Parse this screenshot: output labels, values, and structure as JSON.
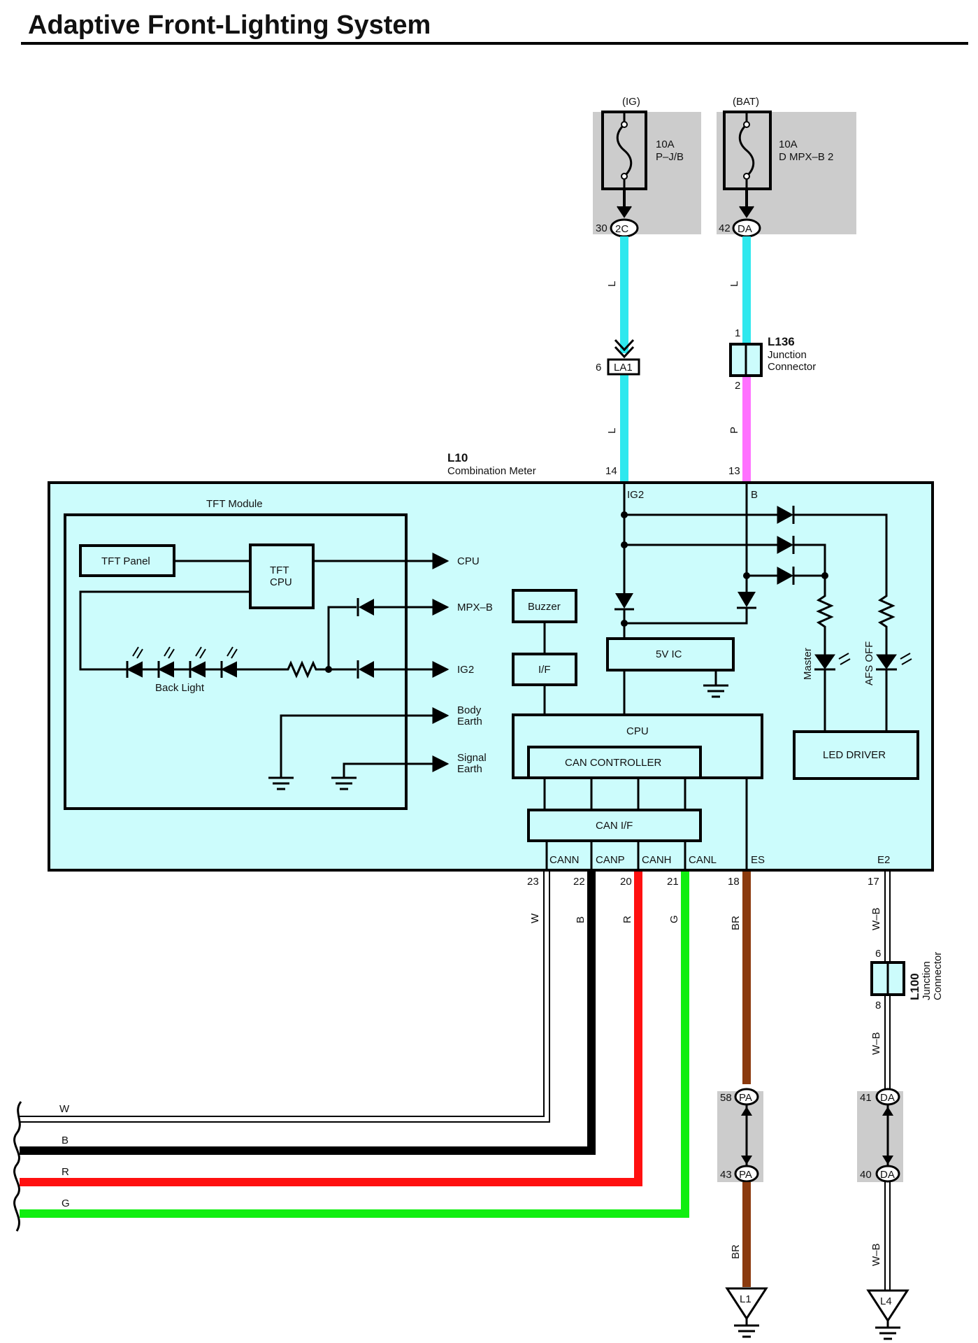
{
  "title": "Adaptive Front-Lighting System",
  "colors": {
    "L": "#2ee8ee",
    "P": "#ff70ff",
    "BR": "#8b3a0e",
    "R": "#ff1010",
    "G": "#10ee10",
    "B": "#000000",
    "module_fill": "#ccfcfc",
    "junction_shade": "#cccccc"
  },
  "fuses": {
    "ig": {
      "source": "(IG)",
      "rating": "10A",
      "name": "P–J/B",
      "pin": "30",
      "connector": "2C"
    },
    "bat": {
      "source": "(BAT)",
      "rating": "10A",
      "name": "D MPX–B 2",
      "pin": "42",
      "connector": "DA"
    }
  },
  "la1": {
    "pin": "6",
    "name": "LA1"
  },
  "l136": {
    "id": "L136",
    "line1": "Junction",
    "line2": "Connector",
    "pin_top": "1",
    "pin_bottom": "2"
  },
  "l100": {
    "id": "L100",
    "line1": "Junction",
    "line2": "Connector",
    "pin_top": "6",
    "pin_bottom": "8"
  },
  "meter": {
    "id": "L10",
    "name": "Combination Meter",
    "pin_ig2": "14",
    "pin_b": "13",
    "label_ig2": "IG2",
    "label_b": "B",
    "tft_module": "TFT Module",
    "tft_panel": "TFT Panel",
    "tft_cpu_1": "TFT",
    "tft_cpu_2": "CPU",
    "back_light": "Back Light",
    "out_cpu": "CPU",
    "out_mpxb": "MPX–B",
    "out_ig2": "IG2",
    "out_body_1": "Body",
    "out_body_2": "Earth",
    "out_signal_1": "Signal",
    "out_signal_2": "Earth",
    "buzzer": "Buzzer",
    "if": "I/F",
    "ic5v": "5V IC",
    "cpu": "CPU",
    "can_controller": "CAN CONTROLLER",
    "can_if": "CAN I/F",
    "led_driver": "LED DRIVER",
    "master": "Master",
    "afs_off": "AFS OFF",
    "cann": "CANN",
    "canp": "CANP",
    "canh": "CANH",
    "canl": "CANL",
    "es": "ES",
    "e2": "E2",
    "pin_cann": "23",
    "pin_canp": "22",
    "pin_canh": "20",
    "pin_canl": "21",
    "pin_es": "18",
    "pin_e2": "17"
  },
  "wire_labels": {
    "ig_top": "L",
    "bat_top": "L",
    "ig_mid": "L",
    "bat_mid": "P",
    "w": "W",
    "b": "B",
    "r": "R",
    "g": "G",
    "br": "BR",
    "wb_top": "W–B",
    "wb_mid": "W–B",
    "wb_bottom": "W–B",
    "br_bottom": "BR",
    "bus_w": "W",
    "bus_b": "B",
    "bus_r": "R",
    "bus_g": "G"
  },
  "junctions": {
    "pa_top_pin": "58",
    "pa_bottom_pin": "43",
    "pa": "PA",
    "da_top_pin": "41",
    "da_bottom_pin": "40",
    "da": "DA"
  },
  "grounds": {
    "l1": "L1",
    "l4": "L4"
  }
}
